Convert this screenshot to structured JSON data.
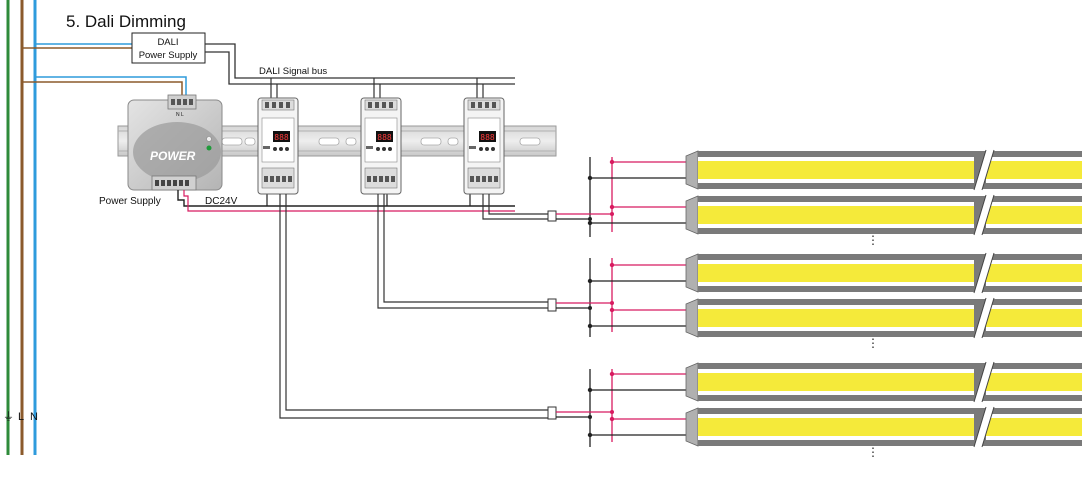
{
  "title": "5. Dali Dimming",
  "dali_power_supply": {
    "line1": "DALI",
    "line2": "Power Supply"
  },
  "dali_bus_label": "DALI Signal bus",
  "power_supply": {
    "brand_text": "POWER",
    "caption": "Power Supply",
    "terminal_text": "N L",
    "output_label": "DC24V"
  },
  "mains_labels": {
    "earth": "⏚",
    "line": "L",
    "neutral": "N"
  },
  "decoders": [
    {
      "display": "888"
    },
    {
      "display": "888"
    },
    {
      "display": "888"
    }
  ],
  "led_groups": [
    {
      "continuation": "⋮"
    },
    {
      "continuation": "⋮"
    },
    {
      "continuation": "⋮"
    }
  ],
  "colors": {
    "earth_wire": "#2e8b3a",
    "line_wire": "#8b5a2b",
    "neutral_wire": "#2f9bdc",
    "positive_wire": "#d81b60",
    "led_yellow": "#f5ea3a",
    "led_body": "#7a7a7a"
  }
}
